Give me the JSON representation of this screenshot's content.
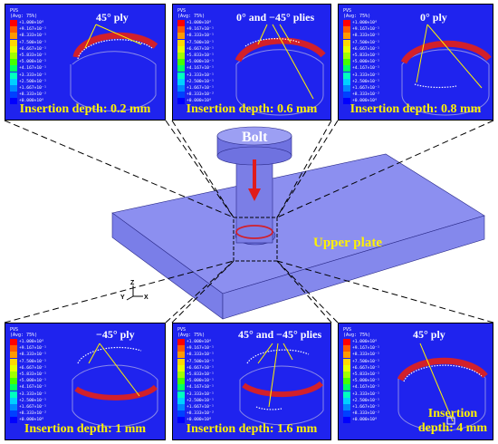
{
  "panels_top": [
    {
      "ply_label": "45° ply",
      "depth_label": "Insertion depth: 0.2 mm"
    },
    {
      "ply_label": "0° and −45° plies",
      "depth_label": "Insertion depth: 0.6 mm"
    },
    {
      "ply_label": "0° ply",
      "depth_label": "Insertion depth: 0.8 mm"
    }
  ],
  "panels_bottom": [
    {
      "ply_label": "−45° ply",
      "depth_label": "Insertion depth: 1 mm"
    },
    {
      "ply_label": "45° and −45° plies",
      "depth_label": "Insertion depth: 1.6 mm"
    },
    {
      "ply_label": "45° ply",
      "depth_label": "Insertion depth: 4 mm"
    }
  ],
  "legend": {
    "title": "PVS",
    "subtitle": "(Avg: 75%)",
    "values": [
      "+1.000×10⁰",
      "+9.167×10⁻¹",
      "+8.333×10⁻¹",
      "+7.500×10⁻¹",
      "+6.667×10⁻¹",
      "+5.833×10⁻¹",
      "+5.000×10⁻¹",
      "+4.167×10⁻¹",
      "+3.333×10⁻¹",
      "+2.500×10⁻¹",
      "+1.667×10⁻¹",
      "+8.333×10⁻²",
      "+0.000×10⁰"
    ],
    "colors": [
      "#ff0000",
      "#ff5a00",
      "#ff9a00",
      "#ffd800",
      "#e6ff00",
      "#a0ff00",
      "#45ff00",
      "#00ff66",
      "#00ffc0",
      "#00d0ff",
      "#0088ff",
      "#0040ff",
      "#0000ff"
    ]
  },
  "scene": {
    "bolt_label": "Bolt",
    "plate_label": "Upper plate",
    "axes": {
      "y": "Y",
      "z": "Z",
      "x": "X"
    }
  },
  "colors": {
    "panel_bg": "#1f23ee",
    "plate": "#8888ea",
    "ring": "#d2202b",
    "label_yellow": "#fff200"
  }
}
